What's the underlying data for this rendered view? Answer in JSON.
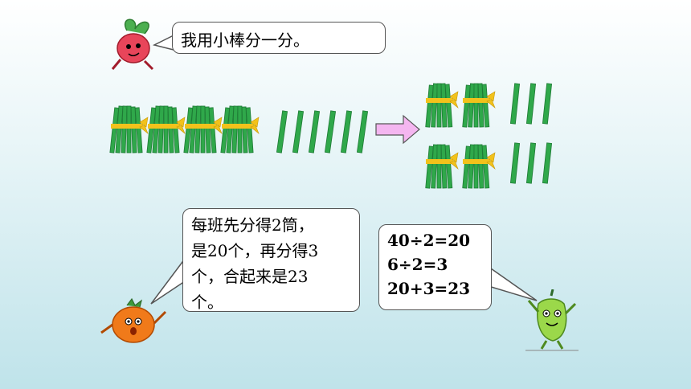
{
  "speech": {
    "top": "我用小棒分一分。",
    "left_lines": [
      "每班先分得2筒，",
      "是20个，再分得3",
      "个，合起来是23",
      "个。"
    ],
    "right_lines": [
      "40÷2=20",
      "6÷2=3",
      "20+3=23"
    ]
  },
  "colors": {
    "stick": "#2fa84a",
    "stick_dark": "#1e7a35",
    "ribbon": "#f2c21b",
    "arrow": "#f4b6f0"
  },
  "icons": {
    "radish": "radish-character-icon",
    "tomato": "tomato-character-icon",
    "pepper": "pepper-character-icon"
  }
}
